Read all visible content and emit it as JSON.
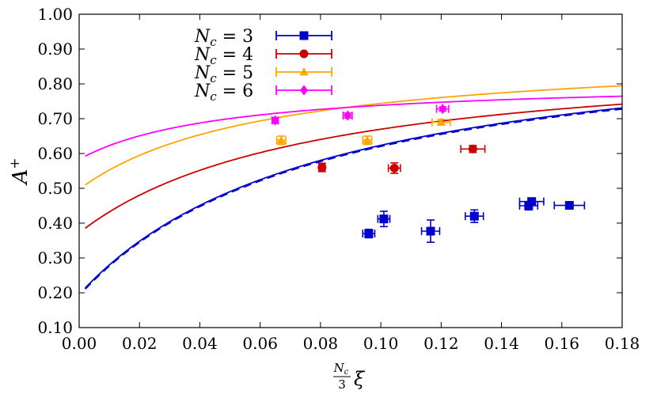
{
  "chart_data": {
    "type": "scatter",
    "title": "",
    "xlabel": {
      "num": "N",
      "num_sub": "c",
      "den": "3",
      "symbol": "ξ"
    },
    "ylabel": {
      "base": "A",
      "sup": "+"
    },
    "xlim": [
      0.0,
      0.18
    ],
    "ylim": [
      0.1,
      1.0
    ],
    "xticks": [
      "0.00",
      "0.02",
      "0.04",
      "0.06",
      "0.08",
      "0.10",
      "0.12",
      "0.14",
      "0.16",
      "0.18"
    ],
    "xtick_values": [
      0.0,
      0.02,
      0.04,
      0.06,
      0.08,
      0.1,
      0.12,
      0.14,
      0.16,
      0.18
    ],
    "yticks": [
      "0.10",
      "0.20",
      "0.30",
      "0.40",
      "0.50",
      "0.60",
      "0.70",
      "0.80",
      "0.90",
      "1.00"
    ],
    "ytick_values": [
      0.1,
      0.2,
      0.3,
      0.4,
      0.5,
      0.6,
      0.7,
      0.8,
      0.9,
      1.0
    ],
    "grid": false,
    "legend_position": "top-left",
    "series": [
      {
        "name": "N_c = 3",
        "legend_var": "N",
        "legend_sub": "c",
        "legend_rest": "= 3",
        "color": "#0000cc",
        "marker": "square",
        "points": [
          {
            "x": 0.096,
            "y": 0.37,
            "xerr": 0.002,
            "yerr": 0.012
          },
          {
            "x": 0.101,
            "y": 0.412,
            "xerr": 0.002,
            "yerr": 0.022
          },
          {
            "x": 0.1165,
            "y": 0.377,
            "xerr": 0.003,
            "yerr": 0.032
          },
          {
            "x": 0.131,
            "y": 0.42,
            "xerr": 0.003,
            "yerr": 0.018
          },
          {
            "x": 0.149,
            "y": 0.45,
            "xerr": 0.003,
            "yerr": 0.012
          },
          {
            "x": 0.15,
            "y": 0.462,
            "xerr": 0.004,
            "yerr": 0.01
          },
          {
            "x": 0.1625,
            "y": 0.451,
            "xerr": 0.005,
            "yerr": 0.01
          }
        ],
        "fit": {
          "a": 0.195,
          "b": 0.78,
          "c": 0.082
        },
        "fit_dashed": true
      },
      {
        "name": "N_c = 4",
        "legend_var": "N",
        "legend_sub": "c",
        "legend_rest": "= 4",
        "color": "#cc0000",
        "marker": "circle",
        "points": [
          {
            "x": 0.0805,
            "y": 0.56,
            "xerr": 0.001,
            "yerr": 0.012
          },
          {
            "x": 0.1045,
            "y": 0.558,
            "xerr": 0.002,
            "yerr": 0.015
          },
          {
            "x": 0.1305,
            "y": 0.613,
            "xerr": 0.004,
            "yerr": 0.01
          }
        ],
        "fit": {
          "a": 0.372,
          "b": 0.53,
          "c": 0.078
        },
        "fit_dashed": false
      },
      {
        "name": "N_c = 5",
        "legend_var": "N",
        "legend_sub": "c",
        "legend_rest": "= 5",
        "color": "#ffa500",
        "marker": "triangle",
        "points": [
          {
            "x": 0.067,
            "y": 0.638,
            "xerr": 0.0015,
            "yerr": 0.012
          },
          {
            "x": 0.0955,
            "y": 0.638,
            "xerr": 0.0015,
            "yerr": 0.012
          },
          {
            "x": 0.12,
            "y": 0.69,
            "xerr": 0.003,
            "yerr": 0.008
          }
        ],
        "fit": {
          "a": 0.497,
          "b": 0.4,
          "c": 0.062
        },
        "fit_dashed": false
      },
      {
        "name": "N_c = 6",
        "legend_var": "N",
        "legend_sub": "c",
        "legend_rest": "= 6",
        "color": "#ff00ff",
        "marker": "diamond",
        "points": [
          {
            "x": 0.065,
            "y": 0.695,
            "xerr": 0.001,
            "yerr": 0.008
          },
          {
            "x": 0.089,
            "y": 0.709,
            "xerr": 0.0015,
            "yerr": 0.007
          },
          {
            "x": 0.1205,
            "y": 0.728,
            "xerr": 0.002,
            "yerr": 0.006
          }
        ],
        "fit": {
          "a": 0.583,
          "b": 0.23,
          "c": 0.048
        },
        "fit_dashed": false
      }
    ]
  }
}
